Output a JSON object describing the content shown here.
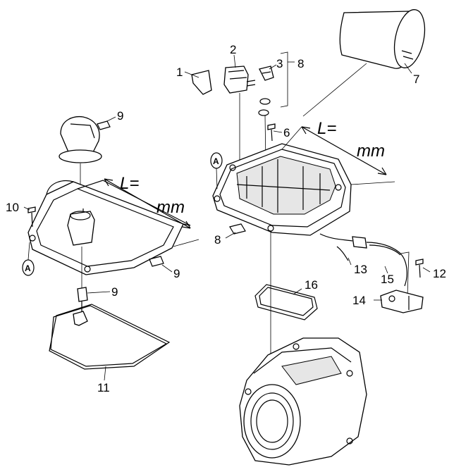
{
  "callouts": {
    "c1": "1",
    "c2": "2",
    "c3": "3",
    "c4": "8",
    "c5": "7",
    "c6": "6",
    "c7": "9",
    "c8": "10",
    "c9": "9",
    "c10": "9",
    "c11": "11",
    "c12": "8",
    "c13": "13",
    "c14": "15",
    "c15": "12",
    "c16": "14",
    "c17": "16"
  },
  "dimensions": {
    "left_l": "L=",
    "left_mm": "mm",
    "right_l": "L=",
    "right_mm": "mm"
  },
  "markers": {
    "left_a": "A",
    "right_a": "A"
  }
}
